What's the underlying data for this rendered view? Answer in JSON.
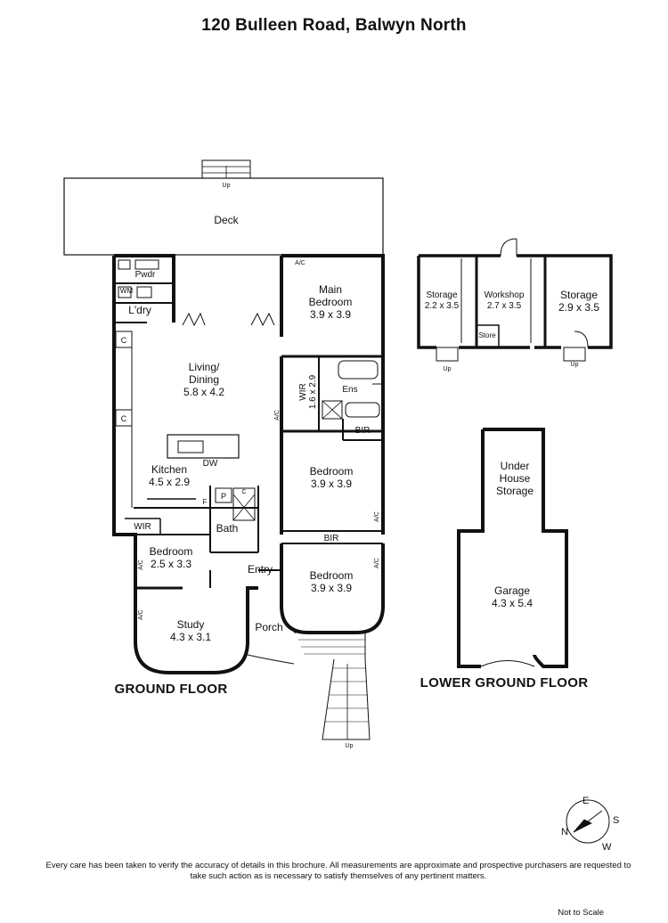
{
  "title": "120 Bulleen Road, Balwyn North",
  "ground_floor": {
    "label": "GROUND FLOOR",
    "rooms": {
      "deck": {
        "name": "Deck"
      },
      "pwdr": {
        "name": "Pwdr"
      },
      "wm": {
        "name": "WM"
      },
      "ldry": {
        "name": "L'dry"
      },
      "living": {
        "name": "Living/\nDining",
        "dims": "5.8 x 4.2"
      },
      "main_bedroom": {
        "name": "Main\nBedroom",
        "dims": "3.9 x 3.9"
      },
      "wir_main": {
        "name": "WIR",
        "dims": "1.6 x 2.9"
      },
      "ens": {
        "name": "Ens"
      },
      "bir1": {
        "name": "BIR"
      },
      "kitchen": {
        "name": "Kitchen",
        "dims": "4.5 x 2.9"
      },
      "dw": {
        "name": "DW"
      },
      "bedroom2": {
        "name": "Bedroom",
        "dims": "3.9 x 3.9"
      },
      "bir2": {
        "name": "BIR"
      },
      "bedroom3": {
        "name": "Bedroom",
        "dims": "3.9 x 3.9"
      },
      "wir2": {
        "name": "WIR"
      },
      "bedroom4": {
        "name": "Bedroom",
        "dims": "2.5 x 3.3"
      },
      "bath": {
        "name": "Bath"
      },
      "entry": {
        "name": "Entry"
      },
      "study": {
        "name": "Study",
        "dims": "4.3 x 3.1"
      },
      "porch": {
        "name": "Porch"
      }
    },
    "small_marks": {
      "c": "C",
      "p": "P",
      "f": "F",
      "ac": "A/C",
      "up": "Up"
    }
  },
  "lower_ground_floor": {
    "label": "LOWER GROUND FLOOR",
    "rooms": {
      "storage1": {
        "name": "Storage",
        "dims": "2.2 x 3.5"
      },
      "workshop": {
        "name": "Workshop",
        "dims": "2.7 x 3.5"
      },
      "store": {
        "name": "Store"
      },
      "storage2": {
        "name": "Storage",
        "dims": "2.9 x 3.5"
      },
      "under_house": {
        "name": "Under\nHouse\nStorage"
      },
      "garage": {
        "name": "Garage",
        "dims": "4.3 x 5.4"
      }
    }
  },
  "compass": {
    "n": "N",
    "e": "E",
    "s": "S",
    "w": "W"
  },
  "disclaimer": "Every care has been taken to verify the accuracy of details in this brochure. All measurements are approximate and prospective purchasers are requested to take such action as is necessary to satisfy themselves of any pertinent matters.",
  "scale_note": "Not to Scale"
}
